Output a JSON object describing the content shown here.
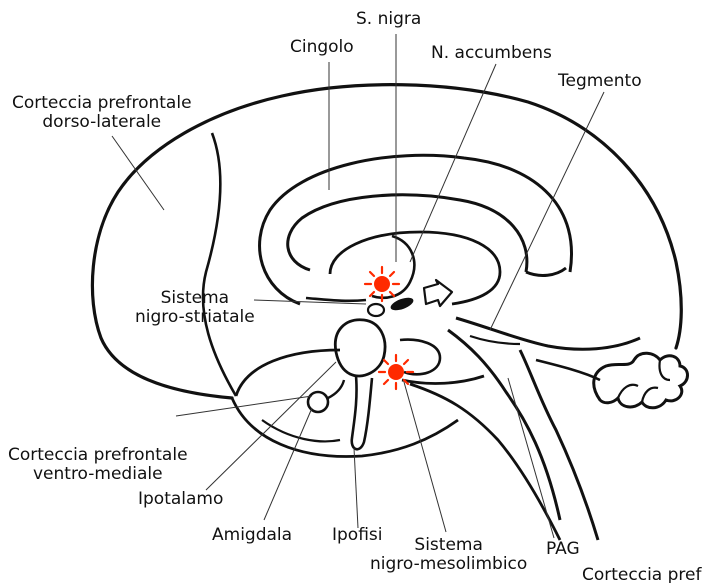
{
  "diagram": {
    "labels": {
      "s_nigra": "S. nigra",
      "cingolo": "Cingolo",
      "n_accumbens": "N. accumbens",
      "tegmento": "Tegmento",
      "cpf_dl_line1": "Corteccia prefrontale",
      "cpf_dl_line2": "dorso-laterale",
      "sistema_ns_line1": "Sistema",
      "sistema_ns_line2": "nigro-striatale",
      "cpf_vm_line1": "Corteccia prefrontale",
      "cpf_vm_line2": "ventro-mediale",
      "ipotalamo": "Ipotalamo",
      "amigdala": "Amigdala",
      "ipofisi": "Ipofisi",
      "sistema_nm_line1": "Sistema",
      "sistema_nm_line2": "nigro-mesolimbico",
      "pag": "PAG",
      "corteccia_partial": "Corteccia pref"
    },
    "colors": {
      "outline": "#111111",
      "leader": "#333333",
      "marker": "#ff2a00"
    },
    "markers": [
      "sun-marker",
      "sun-marker"
    ],
    "arrow_icon": "outlined-arrow-right"
  }
}
